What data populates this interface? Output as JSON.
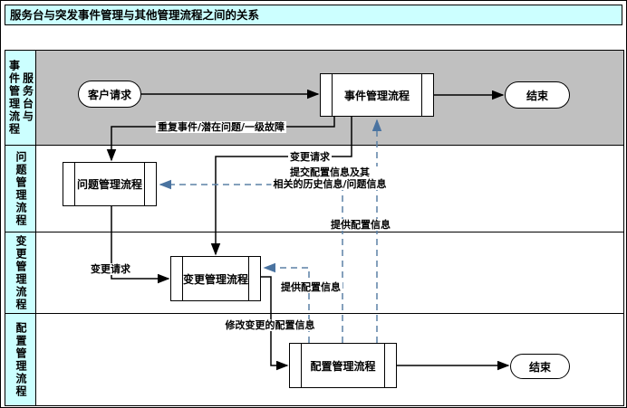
{
  "window": {
    "title": "服务台与突发事件管理与其他管理流程之间的关系"
  },
  "colors": {
    "lane_header_bg": "#ccffff",
    "incident_lane_bg": "#c0c0c0",
    "solid_line": "#000000",
    "dashed_line": "#5b80a5",
    "shape_fill": "#ffffff"
  },
  "lanes": {
    "incident": {
      "label_right_column": "服务台与",
      "label_left_column": "事件管理流程"
    },
    "problem": {
      "label": "问题管理流程"
    },
    "change": {
      "label": "变更管理流程"
    },
    "config": {
      "label": "配置管理流程"
    }
  },
  "nodes": {
    "customer_request": {
      "label": "客户请求",
      "type": "terminator"
    },
    "incident_process": {
      "label": "事件管理流程",
      "type": "predefined-process"
    },
    "incident_end": {
      "label": "结束",
      "type": "terminator"
    },
    "problem_process": {
      "label": "问题管理流程",
      "type": "predefined-process"
    },
    "change_process": {
      "label": "变更管理流程",
      "type": "predefined-process"
    },
    "config_process": {
      "label": "配置管理流程",
      "type": "predefined-process"
    },
    "config_end": {
      "label": "结束",
      "type": "terminator"
    }
  },
  "edge_labels": {
    "duplicate_incident": "重复事件/潜在问题/一级故障",
    "change_request_from_incident": "变更请求",
    "change_request_from_problem": "变更请求",
    "modify_change_config": "修改变更的配置信息",
    "provide_config_to_change": "提供配置信息",
    "provide_config_to_incident": "提供配置信息",
    "submit_config_line1": "提交配置信息及其",
    "submit_config_line2": "相关的历史信息/问题信息"
  }
}
